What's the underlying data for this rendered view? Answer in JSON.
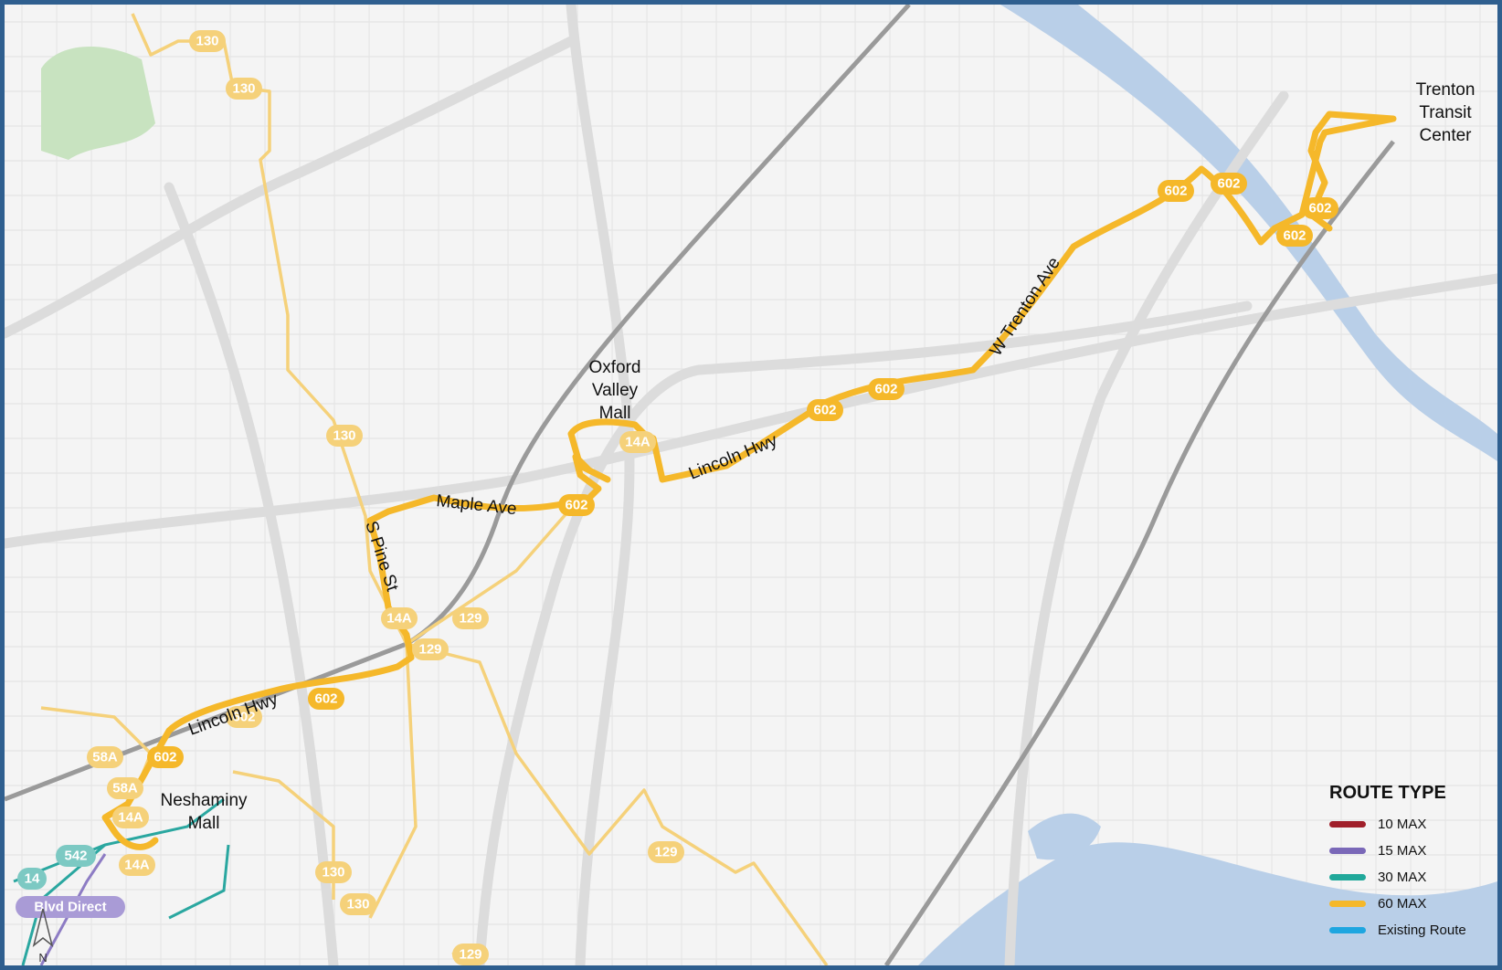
{
  "map": {
    "places": {
      "trenton": [
        "Trenton",
        "Transit",
        "Center"
      ],
      "oxford": [
        "Oxford",
        "Valley",
        "Mall"
      ],
      "neshaminy": [
        "Neshaminy",
        "Mall"
      ]
    },
    "street_labels": {
      "maple_ave": "Maple Ave",
      "lincoln_hwy_east": "Lincoln Hwy",
      "lincoln_hwy_west": "Lincoln Hwy",
      "w_trenton_ave": "W Trenton Ave",
      "s_pine_st": "S Pine St"
    },
    "route_shields": {
      "r130a": "130",
      "r130b": "130",
      "r130c": "130",
      "r130d": "130",
      "r130e": "130",
      "r602a": "602",
      "r602b": "602",
      "r602c": "602",
      "r602d": "602",
      "r602e": "602",
      "r602f": "602",
      "r602g": "602",
      "r602h": "602",
      "r602i": "602",
      "r602j": "602",
      "r14aa": "14A",
      "r14ab": "14A",
      "r14ac": "14A",
      "r14ad": "14A",
      "r129a": "129",
      "r129b": "129",
      "r129c": "129",
      "r129d": "129",
      "r58aa": "58A",
      "r58ab": "58A",
      "r542": "542",
      "r14": "14",
      "blvd": "Blvd Direct"
    },
    "north_label": "N",
    "colors": {
      "route_60max": "#f5b82a",
      "route_60max_light": "#f5d17a",
      "route_30max": "#2aa7a0",
      "route_15max": "#8d7cc4",
      "water": "#b9cfe8",
      "park": "#c8e3c0",
      "rail": "#999999",
      "highway": "#d8d8d8"
    }
  },
  "legend": {
    "title": "ROUTE TYPE",
    "items": [
      {
        "label": "10 MAX",
        "color": "#a01f2a"
      },
      {
        "label": "15 MAX",
        "color": "#7a68b8"
      },
      {
        "label": "30 MAX",
        "color": "#20a89a"
      },
      {
        "label": "60 MAX",
        "color": "#f5b82a"
      },
      {
        "label": "Existing Route",
        "color": "#1ea6e0"
      }
    ]
  }
}
